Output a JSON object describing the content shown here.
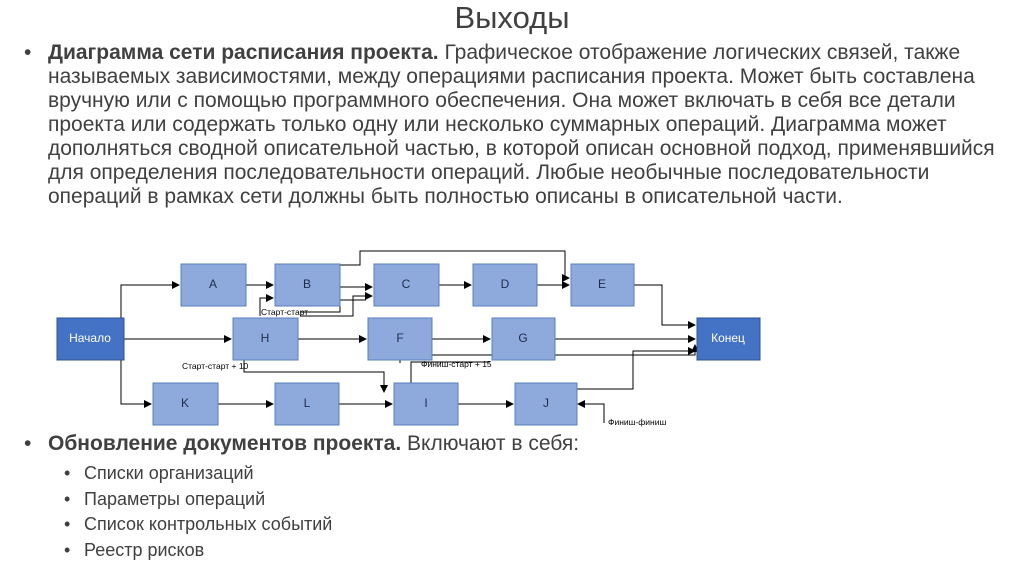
{
  "slide": {
    "title": "Выходы",
    "bullet1": {
      "bold": "Диаграмма сети расписания проекта.",
      "text": " Графическое отображение логических связей, также называемых зависимостями, между операциями расписания проекта. Может быть составлена вручную или с помощью программного обеспечения. Она может включать в себя все детали проекта или содержать только одну или несколько суммарных операций. Диаграмма может дополняться сводной описательной частью, в которой описан основной подход, применявшийся для определения последовательности операций. Любые необычные последовательности операций в рамках сети должны быть полностью описаны в описательной части."
    },
    "bullet2": {
      "bold": "Обновление документов проекта.",
      "text": " Включают в себя:"
    },
    "sub_items": [
      "Списки организаций",
      "Параметры операций",
      "Список контрольных событий",
      "Реестр рисков"
    ],
    "bullet_char": "•"
  },
  "diagram": {
    "nodes": {
      "start": "Начало",
      "end": "Конец",
      "A": "A",
      "B": "B",
      "C": "C",
      "D": "D",
      "E": "E",
      "H": "H",
      "F": "F",
      "G": "G",
      "K": "K",
      "L": "L",
      "I": "I",
      "J": "J"
    },
    "edge_labels": {
      "ss": "Старт-старт",
      "ss10": "Старт-старт + 10",
      "fs15": "Финиш-старт + 15",
      "ff": "Финиш-финиш"
    },
    "colors": {
      "node": "#8EA9DB",
      "terminal": "#4472C4",
      "edge": "#000000"
    }
  }
}
